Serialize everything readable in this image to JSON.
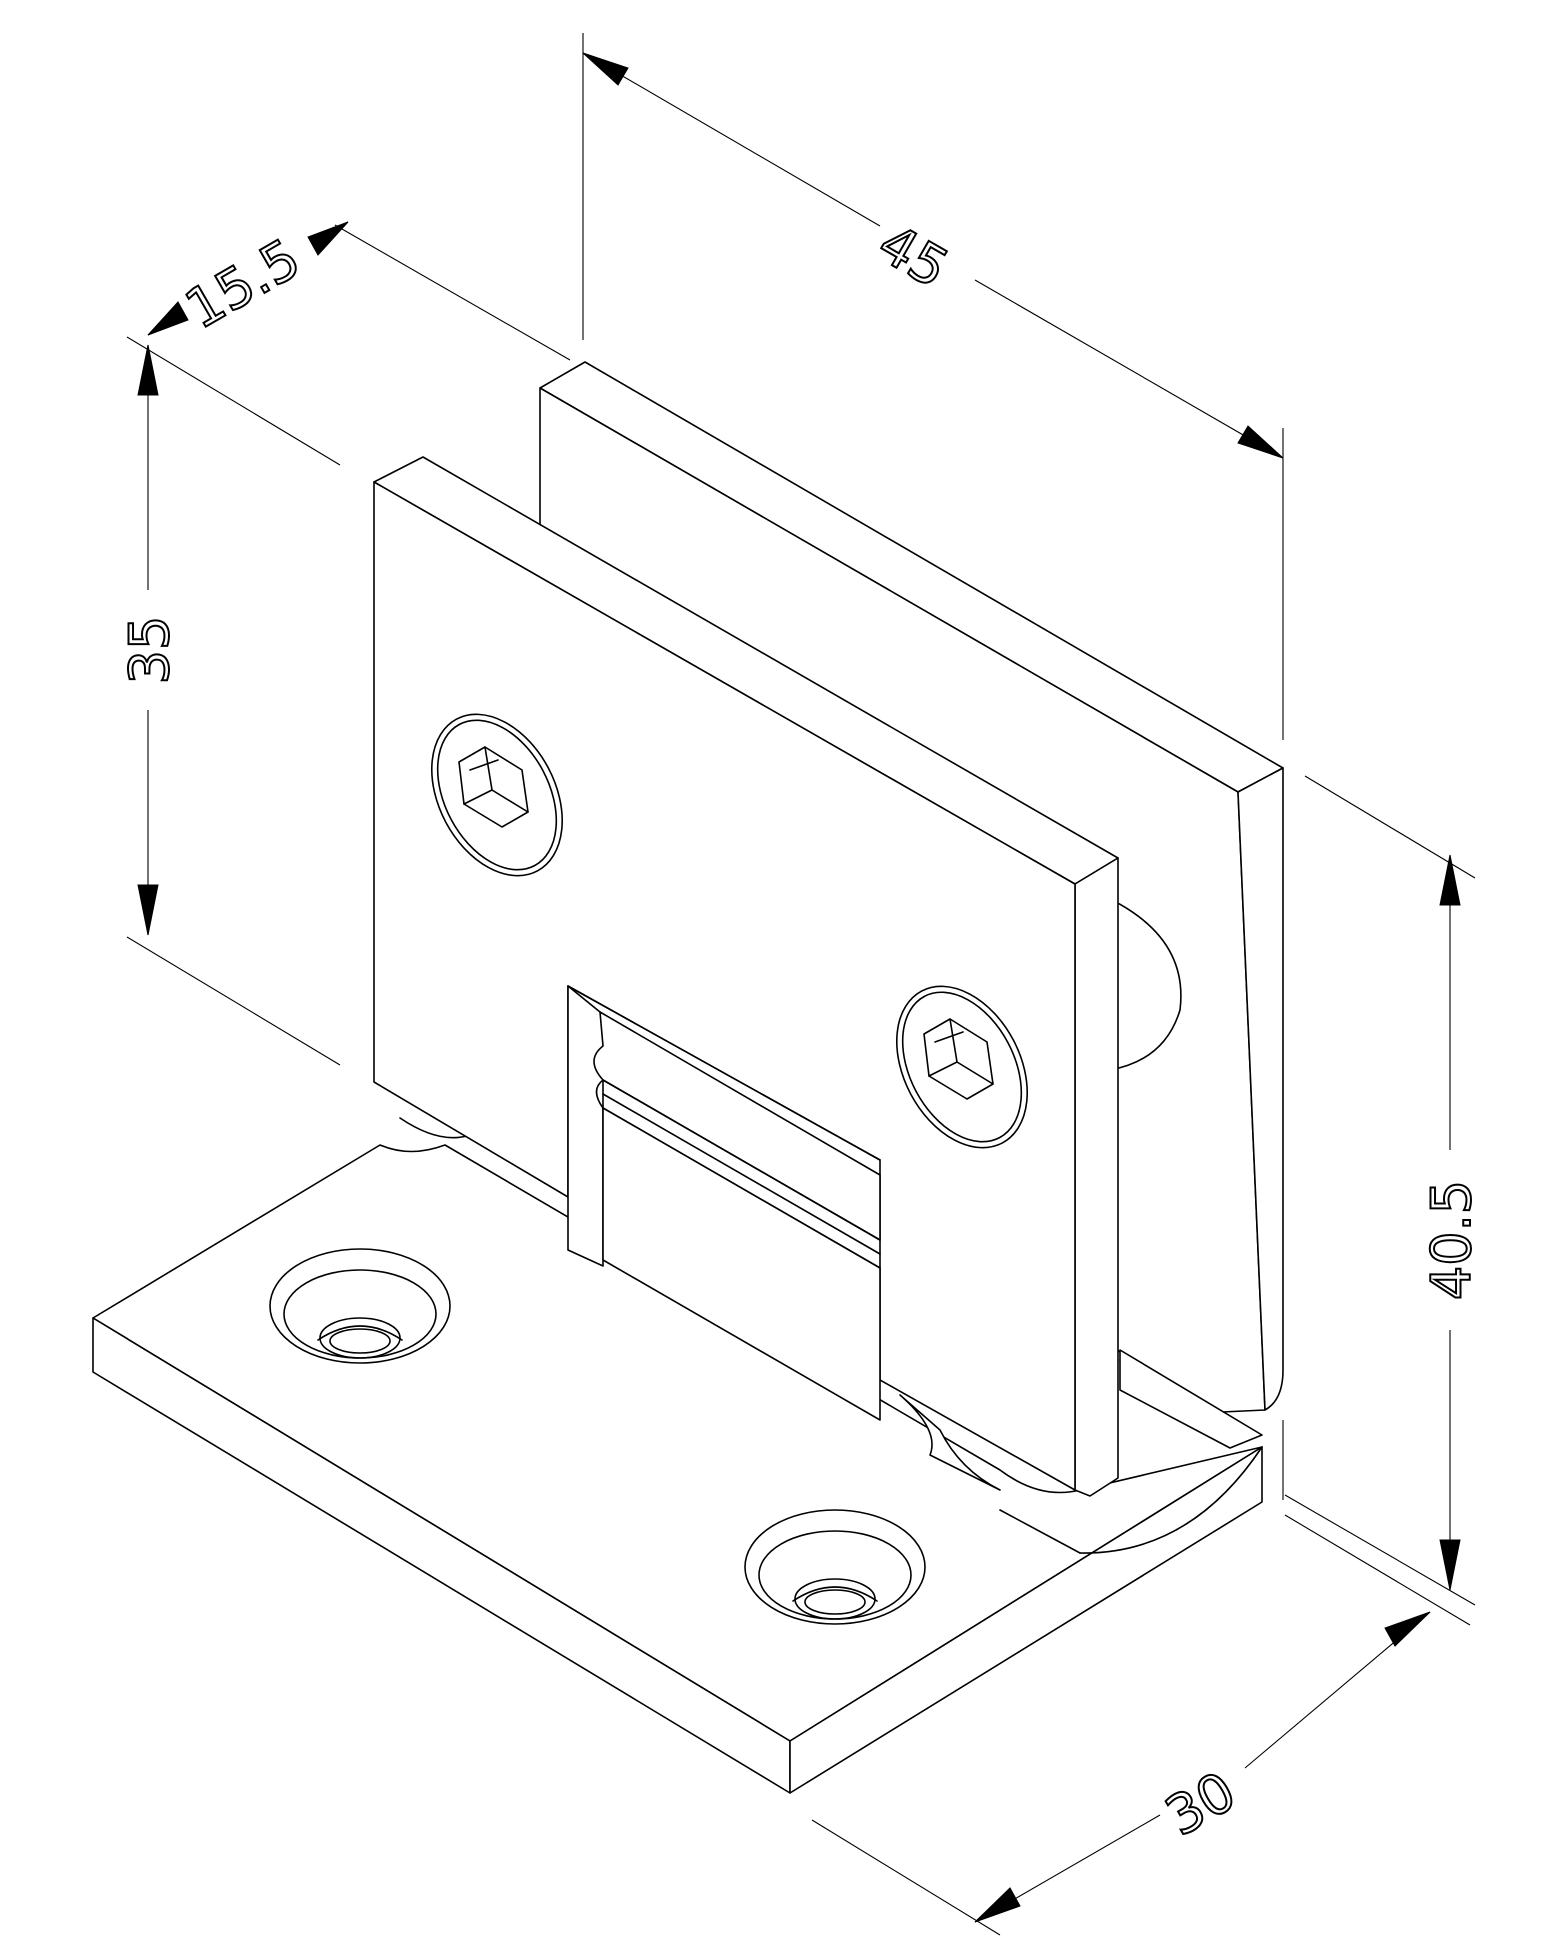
{
  "dimensions": {
    "depth_top": "15.5",
    "length_top": "45",
    "height_left": "35",
    "height_right": "40.5",
    "width_bottom": "30"
  }
}
